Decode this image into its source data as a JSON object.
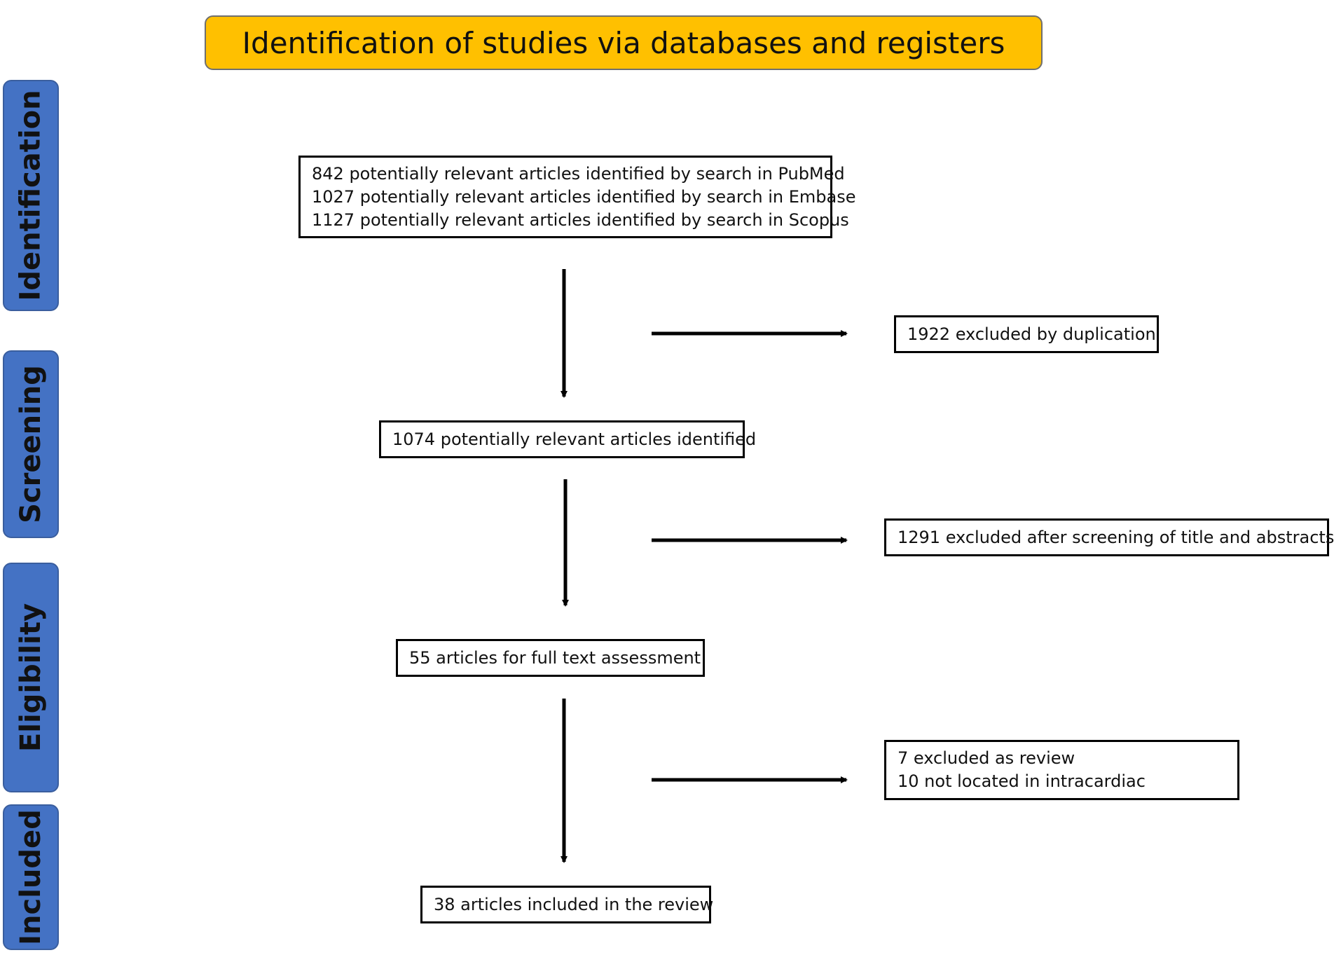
{
  "colors": {
    "header_fill": "#FFC000",
    "stage_fill": "#4472C4",
    "box_border": "#000000",
    "arrow": "#000000"
  },
  "header": {
    "title": "Identification of studies via databases and registers"
  },
  "stages": [
    {
      "label": "Identification"
    },
    {
      "label": "Screening"
    },
    {
      "label": "Eligibility"
    },
    {
      "label": "Included"
    }
  ],
  "flow": {
    "search_results": {
      "lines": [
        "842 potentially relevant articles identified by search in PubMed",
        "1027 potentially relevant articles identified by search in Embase",
        "1127 potentially relevant articles identified by search in Scopus"
      ]
    },
    "duplicates_excluded": {
      "lines": [
        "1922 excluded by duplication"
      ]
    },
    "after_dedup": {
      "lines": [
        "1074 potentially relevant articles identified"
      ]
    },
    "screening_excluded": {
      "lines": [
        "1291 excluded after screening of title and abstracts"
      ]
    },
    "full_text": {
      "lines": [
        "55 articles for full text assessment"
      ]
    },
    "eligibility_excluded": {
      "lines": [
        "7 excluded as review",
        "10 not located in intracardiac"
      ]
    },
    "included": {
      "lines": [
        "38 articles included in the review"
      ]
    }
  }
}
